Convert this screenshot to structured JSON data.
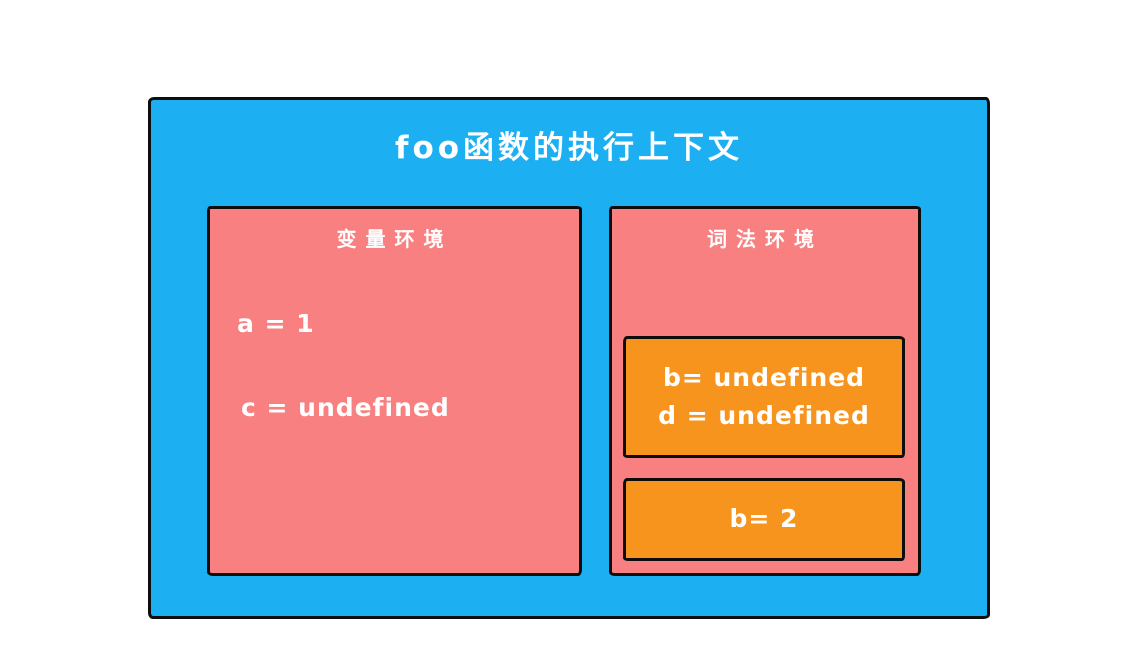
{
  "title": "foo函数的执行上下文",
  "colors": {
    "context_box": "#1cb0f2",
    "environment_box": "#f98080",
    "inner_block": "#f7941e",
    "border": "#0d0d0d",
    "text": "#ffffff",
    "page_background": "#ffffff"
  },
  "variable_env": {
    "label": "变量环境",
    "entries": [
      "a = 1",
      "c = undefined"
    ]
  },
  "lexical_env": {
    "label": "词法环境",
    "blocks": [
      {
        "lines": [
          "b= undefined",
          "d = undefined"
        ]
      },
      {
        "lines": [
          "b= 2"
        ]
      }
    ]
  }
}
